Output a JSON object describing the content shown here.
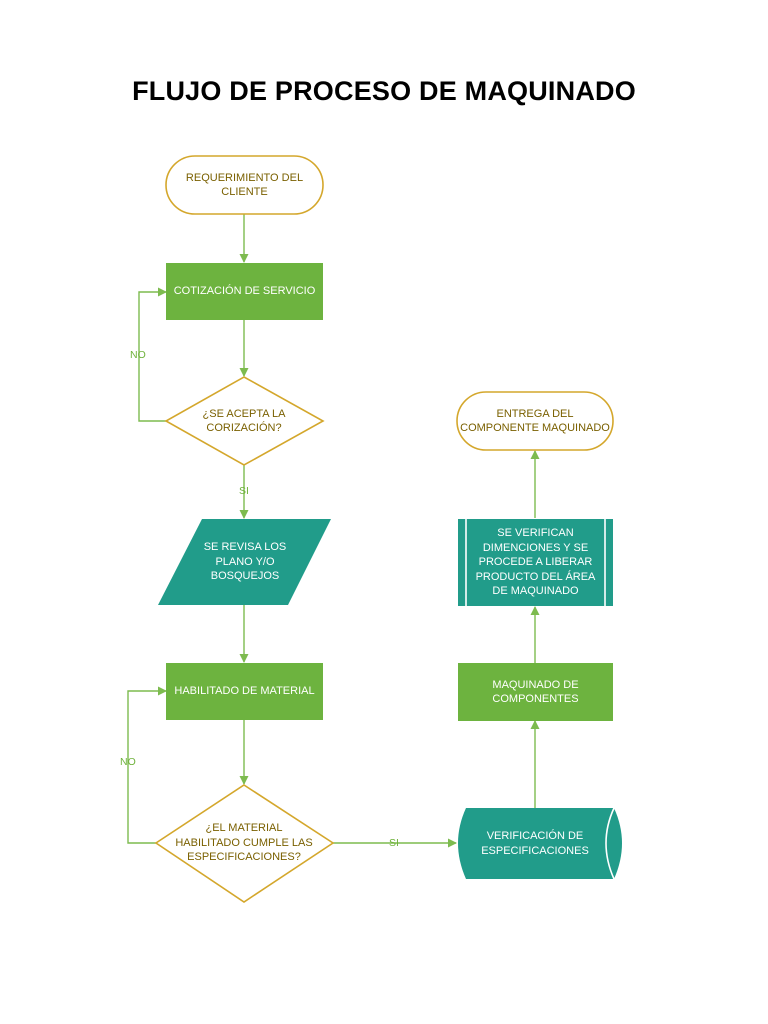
{
  "title": "FLUJO DE PROCESO DE MAQUINADO",
  "colors": {
    "green": "#6db33f",
    "teal": "#219c8a",
    "gold": "#d4a72c",
    "gold_text": "#7a6000",
    "line": "#7dbb4f"
  },
  "nodes": {
    "requerimiento": "REQUERIMIENTO DEL CLIENTE",
    "cotizacion": "COTIZACIÓN DE SERVICIO",
    "acepta": "¿SE ACEPTA LA CORIZACIÓN?",
    "revisa": "SE REVISA LOS PLANO Y/O BOSQUEJOS",
    "habilitado": "HABILITADO DE MATERIAL",
    "cumple": "¿EL MATERIAL HABILITADO CUMPLE LAS ESPECIFICACIONES?",
    "verificacion": "VERIFICACIÓN DE ESPECIFICACIONES",
    "maquinado": "MAQUINADO DE COMPONENTES",
    "verifican": "SE VERIFICAN DIMENCIONES Y SE PROCEDE A LIBERAR PRODUCTO DEL ÁREA DE MAQUINADO",
    "entrega": "ENTREGA DEL COMPONENTE MAQUINADO"
  },
  "edges": {
    "no_1": "NO",
    "si_1": "SI",
    "no_2": "NO",
    "si_2": "SI"
  }
}
